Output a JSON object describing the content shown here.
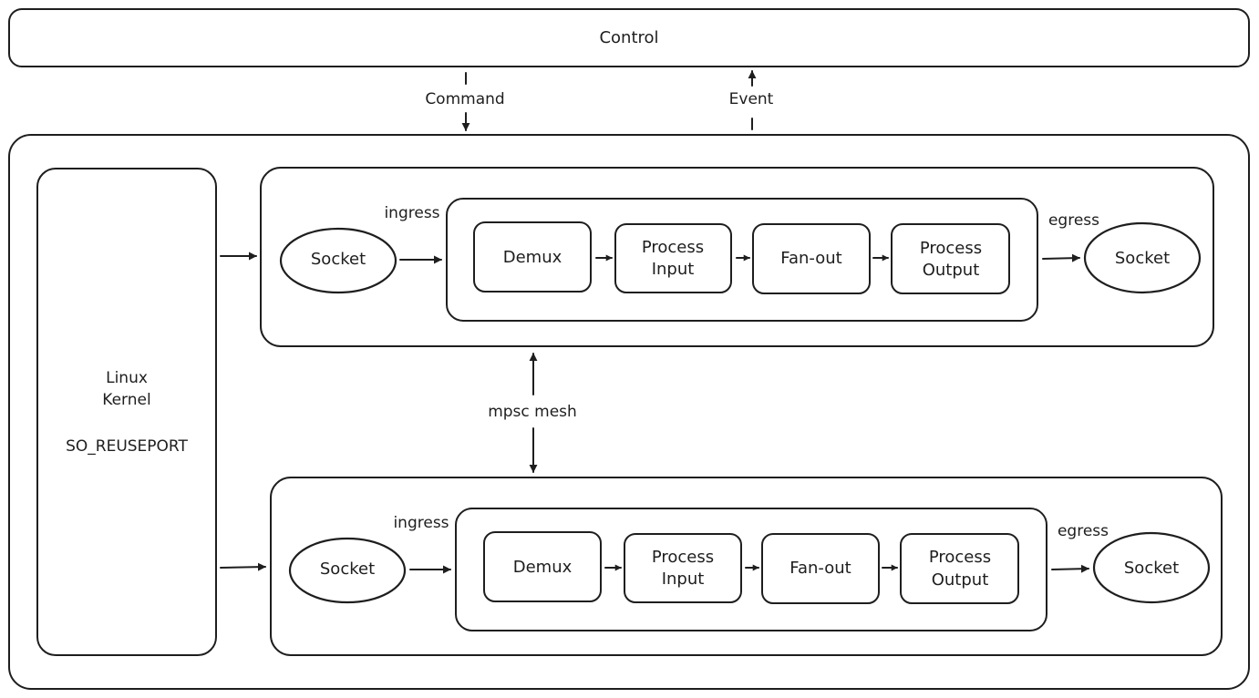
{
  "control": {
    "label": "Control"
  },
  "edges": {
    "command": "Command",
    "event": "Event",
    "mesh": "mpsc mesh"
  },
  "kernel": {
    "line1": "Linux",
    "line2": "Kernel",
    "line3": "SO_REUSEPORT"
  },
  "pipelines": [
    {
      "ingress_label": "ingress",
      "egress_label": "egress",
      "socket_in": "Socket",
      "socket_out": "Socket",
      "stages": [
        {
          "line1": "Demux",
          "line2": ""
        },
        {
          "line1": "Process",
          "line2": "Input"
        },
        {
          "line1": "Fan-out",
          "line2": ""
        },
        {
          "line1": "Process",
          "line2": "Output"
        }
      ]
    },
    {
      "ingress_label": "ingress",
      "egress_label": "egress",
      "socket_in": "Socket",
      "socket_out": "Socket",
      "stages": [
        {
          "line1": "Demux",
          "line2": ""
        },
        {
          "line1": "Process",
          "line2": "Input"
        },
        {
          "line1": "Fan-out",
          "line2": ""
        },
        {
          "line1": "Process",
          "line2": "Output"
        }
      ]
    }
  ]
}
